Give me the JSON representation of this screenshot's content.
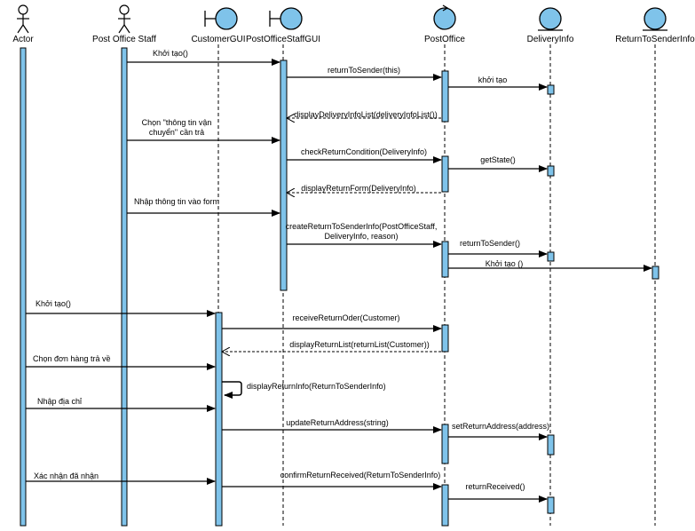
{
  "participants": [
    {
      "id": "actor",
      "name": "Actor",
      "kind": "actor"
    },
    {
      "id": "staff",
      "name": "Post Office Staff",
      "kind": "actor"
    },
    {
      "id": "cgui",
      "name": "CustomerGUI",
      "kind": "boundary"
    },
    {
      "id": "sgui",
      "name": "PostOfficeStaffGUI",
      "kind": "boundary"
    },
    {
      "id": "po",
      "name": "PostOffice",
      "kind": "control"
    },
    {
      "id": "di",
      "name": "DeliveryInfo",
      "kind": "entity"
    },
    {
      "id": "rts",
      "name": "ReturnToSenderInfo",
      "kind": "entity"
    }
  ],
  "messages": [
    {
      "from": "staff",
      "to": "sgui",
      "label": "Khởi tạo()",
      "type": "sync"
    },
    {
      "from": "sgui",
      "to": "po",
      "label": "returnToSender(this)",
      "type": "sync"
    },
    {
      "from": "po",
      "to": "di",
      "label": "khởi tạo",
      "type": "sync"
    },
    {
      "from": "po",
      "to": "sgui",
      "label": "displayDeliveryInfoList(deliveryInfoList())",
      "type": "return"
    },
    {
      "from": "staff",
      "to": "sgui",
      "label": "Chọn \"thông tin vận chuyển\" cần trả",
      "type": "sync"
    },
    {
      "from": "sgui",
      "to": "po",
      "label": "checkReturnCondition(DeliveryInfo)",
      "type": "sync"
    },
    {
      "from": "po",
      "to": "di",
      "label": "getState()",
      "type": "sync"
    },
    {
      "from": "po",
      "to": "sgui",
      "label": "displayReturnForm(DeliveryInfo)",
      "type": "return"
    },
    {
      "from": "staff",
      "to": "sgui",
      "label": "Nhập thông tin vào form",
      "type": "sync"
    },
    {
      "from": "sgui",
      "to": "po",
      "label": "createReturnToSenderInfo(PostOfficeStaff, DeliveryInfo, reason)",
      "type": "sync"
    },
    {
      "from": "po",
      "to": "di",
      "label": "returnToSender()",
      "type": "sync"
    },
    {
      "from": "po",
      "to": "rts",
      "label": "Khởi tạo ()",
      "type": "sync"
    },
    {
      "from": "actor",
      "to": "cgui",
      "label": "Khởi tạo()",
      "type": "sync"
    },
    {
      "from": "cgui",
      "to": "po",
      "label": "receiveReturnOder(Customer)",
      "type": "sync"
    },
    {
      "from": "po",
      "to": "cgui",
      "label": "displayReturnList(returnList(Customer))",
      "type": "return"
    },
    {
      "from": "actor",
      "to": "cgui",
      "label": "Chọn đơn hàng trả về",
      "type": "sync"
    },
    {
      "from": "cgui",
      "to": "cgui",
      "label": "displayReturnInfo(ReturnToSenderInfo)",
      "type": "self"
    },
    {
      "from": "actor",
      "to": "cgui",
      "label": "Nhập địa chỉ",
      "type": "sync"
    },
    {
      "from": "cgui",
      "to": "po",
      "label": "updateReturnAddress(string)",
      "type": "sync"
    },
    {
      "from": "po",
      "to": "di",
      "label": "setReturnAddress(address)",
      "type": "sync"
    },
    {
      "from": "actor",
      "to": "cgui",
      "label": "Xác nhận đã nhận",
      "type": "sync"
    },
    {
      "from": "cgui",
      "to": "po",
      "label": "confirmReturnReceived(ReturnToSenderInfo)",
      "type": "sync"
    },
    {
      "from": "po",
      "to": "di",
      "label": "returnReceived()",
      "type": "sync"
    }
  ],
  "colors": {
    "activation_fill": "#7fc3ea",
    "lifeline_fill": "#7fc3ea",
    "header_fill": "#7fc3ea",
    "stroke": "#000000"
  }
}
